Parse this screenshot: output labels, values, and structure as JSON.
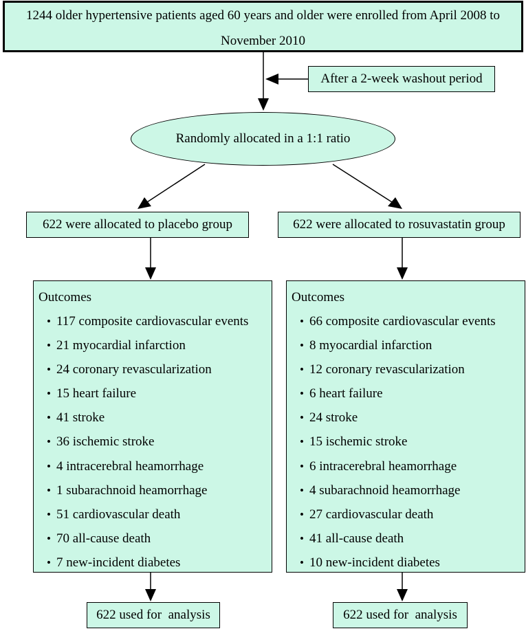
{
  "enrollment": {
    "line1": "1244 older hypertensive patients aged 60 years and older were enrolled from April 2008 to",
    "line2": "November 2010"
  },
  "washout": "After a 2-week washout period",
  "randomization": "Randomly allocated in a 1:1 ratio",
  "placebo": {
    "allocation": "622 were allocated to placebo group",
    "outcomes_title": "Outcomes",
    "outcomes": [
      "117 composite cardiovascular events",
      "21 myocardial infarction",
      "24 coronary revascularization",
      "15 heart failure",
      "41 stroke",
      "36 ischemic stroke",
      "4 intracerebral heamorrhage",
      "1 subarachnoid heamorrhage",
      "51 cardiovascular death",
      "70 all-cause death",
      "7 new-incident diabetes"
    ],
    "analysis": "622 used for  analysis"
  },
  "rosuvastatin": {
    "allocation": "622 were allocated to rosuvastatin group",
    "outcomes_title": "Outcomes",
    "outcomes": [
      "66 composite cardiovascular events",
      "8 myocardial infarction",
      "12 coronary revascularization",
      "6 heart failure",
      "24 stroke",
      "15 ischemic stroke",
      "6 intracerebral heamorrhage",
      "4 subarachnoid heamorrhage",
      "27 cardiovascular death",
      "41 all-cause death",
      "10 new-incident diabetes"
    ],
    "analysis": "622 used for  analysis"
  },
  "colors": {
    "box_fill": "#ccf7e6",
    "stroke": "#000000"
  }
}
